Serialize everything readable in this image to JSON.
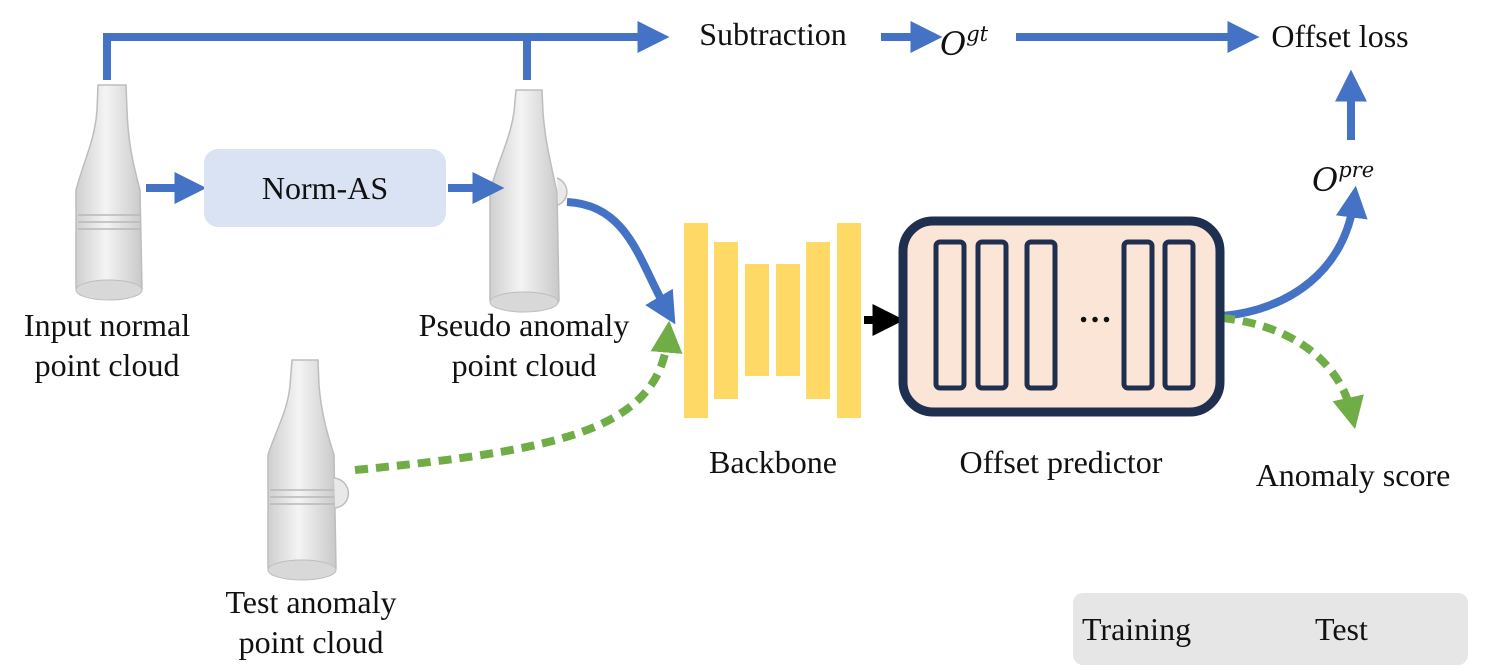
{
  "labels": {
    "input_normal_1": "Input normal",
    "input_normal_2": "point cloud",
    "pseudo_1": "Pseudo anomaly",
    "pseudo_2": "point cloud",
    "test_1": "Test anomaly",
    "test_2": "point cloud",
    "norm_as": "Norm-AS",
    "subtraction": "Subtraction",
    "o_base": "O",
    "o_gt_sup": "gt",
    "o_pre_sup": "pre",
    "offset_loss": "Offset loss",
    "backbone": "Backbone",
    "offset_predictor": "Offset predictor",
    "anomaly_score": "Anomaly score",
    "ellipsis": "…"
  },
  "legend": {
    "training": "Training",
    "test": "Test"
  },
  "colors": {
    "training_arrow": "#4472c4",
    "test_arrow": "#70ad47",
    "norm_box": "#dae3f3",
    "backbone": "#ffd966",
    "predictor_fill": "#fbe5d6",
    "predictor_border": "#1f2f4f",
    "legend_bg": "#e6e6e6"
  },
  "icons": {
    "bottle": "bottle-point-cloud-icon"
  }
}
